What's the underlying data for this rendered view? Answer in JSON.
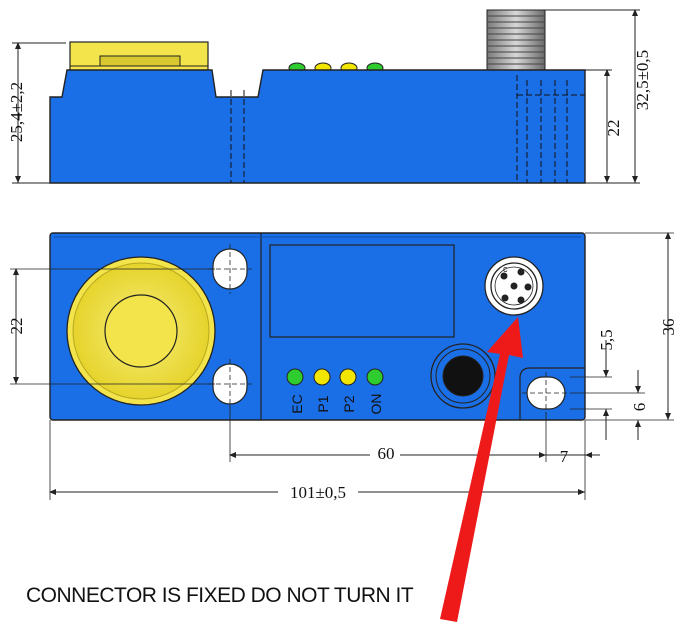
{
  "dimensions": {
    "side_height": "25,4±2,2",
    "side_right_22": "22",
    "side_total": "32,5±0,5",
    "front_left_22": "22",
    "front_36": "36",
    "front_5_5": "5,5",
    "front_6": "6",
    "bottom_60": "60",
    "bottom_7": "7",
    "bottom_101": "101±0,5"
  },
  "led_labels": [
    "EC",
    "P1",
    "P2",
    "ON"
  ],
  "led_colors": [
    "#2ecc2e",
    "#f2e600",
    "#f2e600",
    "#2ecc2e"
  ],
  "caption": "CONNECTOR IS FIXED DO NOT TURN IT",
  "colors": {
    "body_blue": "#1b6fe6",
    "button_yellow": "#f2e44a",
    "arrow_red": "#ee1a1a"
  }
}
